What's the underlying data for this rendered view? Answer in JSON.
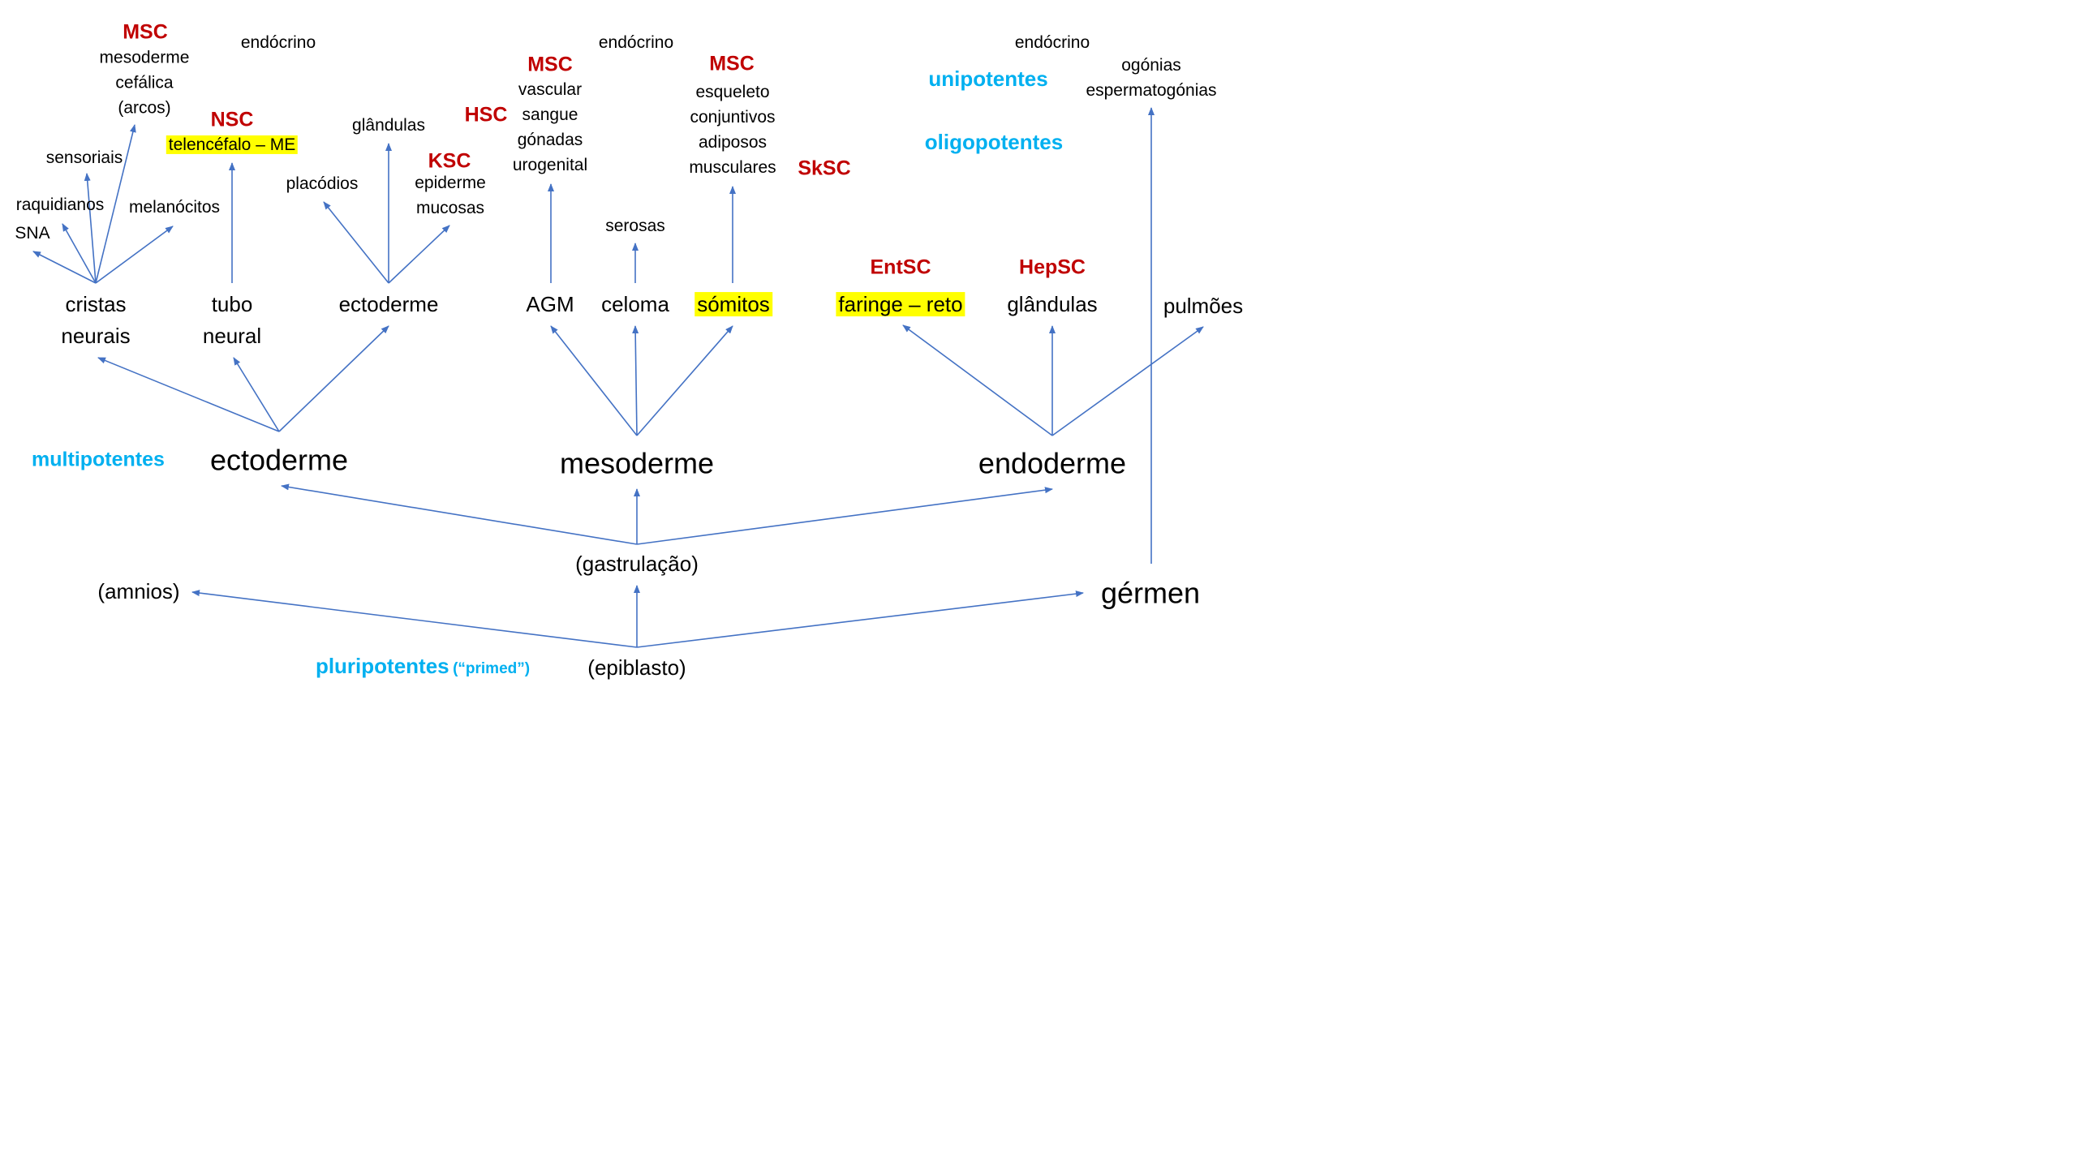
{
  "colors": {
    "arrow": "#4472c4",
    "stem_cell_label": "#c00000",
    "potency_label": "#00b0f0",
    "highlight": "#ffff00"
  },
  "potency": {
    "pluripotent": "pluripotentes",
    "primed": "(“primed”)",
    "multipotent": "multipotentes",
    "oligopotent": "oligopotentes",
    "unipotent": "unipotentes"
  },
  "base": {
    "epiblast": "(epiblasto)",
    "amnios": "(amnios)",
    "gastrulation": "(gastrulação)",
    "germen": "gérmen"
  },
  "germ_layers": {
    "ectoderm": "ectoderme",
    "mesoderm": "mesoderme",
    "endoderm": "endoderme"
  },
  "ectoderm_branch": {
    "neural_crest": "cristas\nneurais",
    "neural_tube": "tubo\nneural",
    "surface_ectoderm": "ectoderme",
    "neural_crest_targets": {
      "sna": "SNA",
      "spinal": "raquidianos",
      "sensory": "sensoriais",
      "melanocytes": "melanócitos",
      "cephalic_mesoderm": "mesoderme\ncefálica\n(arcos)",
      "msc_label": "MSC"
    },
    "neural_tube_targets": {
      "nsc_label": "NSC",
      "telencephalon": "telencéfalo – ME",
      "endocrine": "endócrino"
    },
    "surface_targets": {
      "placodes": "placódios",
      "glands": "glândulas",
      "ksc_label": "KSC",
      "epidermis": "epiderme\nmucosas"
    }
  },
  "mesoderm_branch": {
    "agm": "AGM",
    "coelom": "celoma",
    "somites": "sómitos",
    "agm_targets": {
      "msc_label": "MSC",
      "hsc_label": "HSC",
      "derivatives": "vascular\nsangue\ngónadas\nurogenital"
    },
    "endocrine": "endócrino",
    "coelom_target": "serosas",
    "somite_targets": {
      "msc_label": "MSC",
      "sksc_label": "SkSC",
      "derivatives": "esqueleto\nconjuntivos\nadiposos\nmusculares"
    }
  },
  "endoderm_branch": {
    "gut": "faringe – reto",
    "glands": "glândulas",
    "lungs": "pulmões",
    "entsc_label": "EntSC",
    "hepsc_label": "HepSC",
    "endocrine": "endócrino",
    "germ_targets": "ogónias\nespermatogónias"
  }
}
